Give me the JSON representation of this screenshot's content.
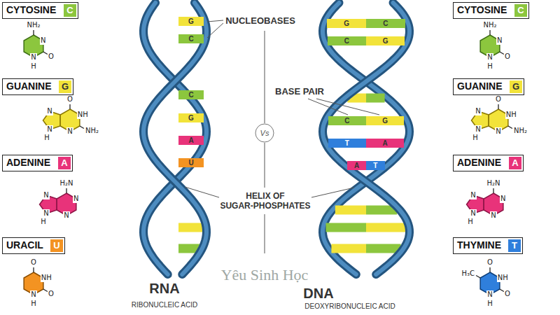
{
  "diagram": {
    "nodes": [
      {
        "text": [
          "CYTOSINE"
        ]
      },
      {
        "text": [
          "C"
        ],
        "in": 0
      },
      {
        "text": [
          "GUANINE"
        ]
      },
      {
        "text": [
          "G"
        ],
        "in": 2
      },
      {
        "text": [
          "ADENINE"
        ]
      },
      {
        "text": [
          "A"
        ],
        "in": 4
      },
      {
        "text": [
          "URACIL"
        ]
      },
      {
        "text": [
          "U"
        ],
        "in": 6
      },
      {
        "text": [
          "G"
        ]
      },
      {
        "text": [
          "C"
        ]
      },
      {
        "text": [
          "C"
        ]
      },
      {
        "text": [
          "G"
        ]
      },
      {
        "text": [
          "A"
        ]
      },
      {
        "text": [
          "U"
        ]
      },
      {
        "text": [
          "Vs"
        ]
      },
      {
        "text": [
          "G"
        ]
      },
      {
        "text": [
          "C"
        ]
      },
      {
        "text": [
          "C"
        ]
      },
      {
        "text": [
          "G"
        ]
      },
      {
        "text": [
          "C"
        ]
      },
      {
        "text": [
          "G"
        ]
      },
      {
        "text": [
          "T"
        ]
      },
      {
        "text": [
          "A"
        ]
      },
      {
        "text": [
          "A"
        ]
      },
      {
        "text": [
          "T"
        ]
      },
      {
        "text": [
          "CYTOSINE"
        ]
      },
      {
        "text": [
          "C"
        ],
        "in": 25
      },
      {
        "text": [
          "GUANINE"
        ]
      },
      {
        "text": [
          "G"
        ],
        "in": 27
      },
      {
        "text": [
          "ADENINE"
        ]
      },
      {
        "text": [
          "A"
        ],
        "in": 29
      },
      {
        "text": [
          "THYMINE"
        ]
      },
      {
        "text": [
          "T"
        ],
        "in": 31
      }
    ],
    "labels": [
      "NH₂",
      "N",
      "N",
      "H",
      "O",
      "O",
      "NH",
      "NH₂",
      "N",
      "N",
      "N",
      "H",
      "H₂N",
      "N",
      "N",
      "N",
      "N",
      "H",
      "O",
      "NH",
      "N",
      "H",
      "O",
      "NH₂",
      "N",
      "N",
      "H",
      "O",
      "O",
      "NH",
      "NH₂",
      "N",
      "N",
      "N",
      "H",
      "H₂N",
      "N",
      "N",
      "N",
      "N",
      "H",
      "H₃C",
      "O",
      "NH",
      "N",
      "H",
      "O",
      "NUCLEOBASES",
      "BASE PAIR",
      "HELIX OF SUGAR-PHOSPHATES",
      "RNA",
      "RIBONUCLEIC ACID",
      "DNA",
      "DEOXYRIBONUCLEIC ACID",
      "Yêu Sinh Học"
    ]
  }
}
